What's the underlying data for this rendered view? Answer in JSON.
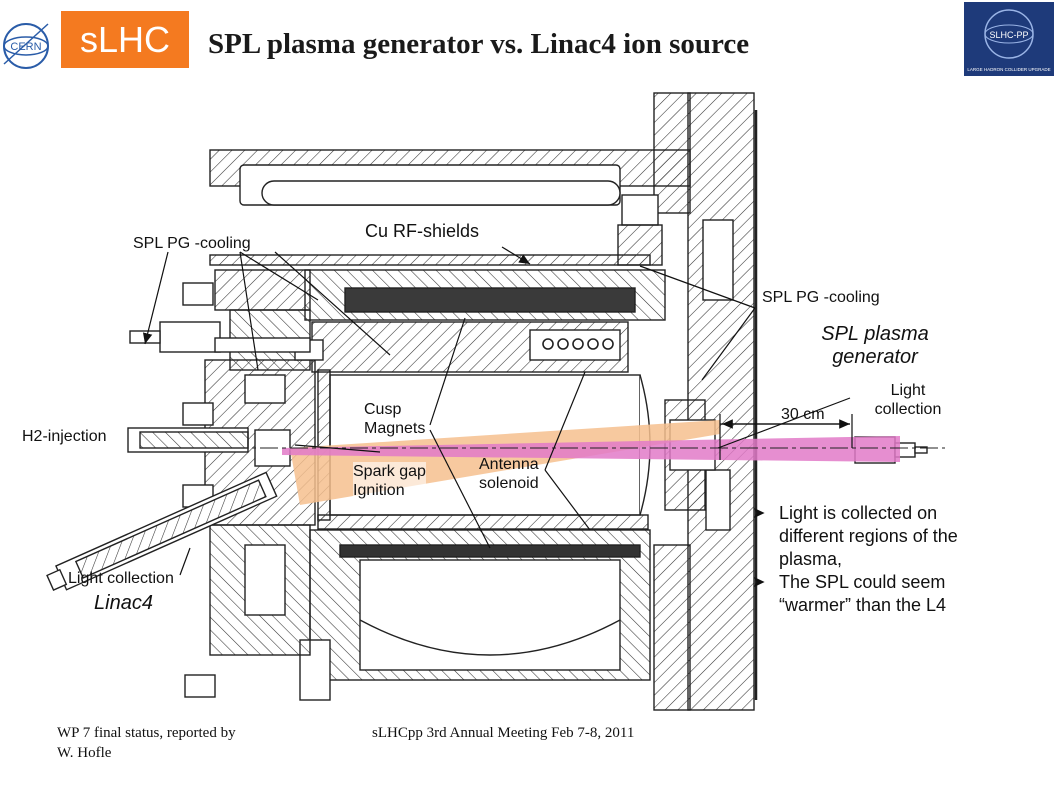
{
  "header": {
    "cern_logo_text": "CERN",
    "badge": "sLHC",
    "title": "SPL plasma generator vs. Linac4 ion source",
    "slhcpp_logo_text": "SLHC-PP",
    "slhcpp_logo_subtext": "LARGE HADRON COLLIDER UPGRADE"
  },
  "diagram": {
    "labels": {
      "cu_rf_shields": "Cu RF-shields",
      "spl_pg_cooling_left": "SPL PG -cooling",
      "spl_pg_cooling_right": "SPL PG -cooling",
      "spl_plasma_line1": "SPL plasma",
      "spl_plasma_line2": "generator",
      "light_collection_right_1": "Light",
      "light_collection_right_2": "collection",
      "distance": "30 cm",
      "h2_injection": "H2-injection",
      "cusp_1": "Cusp",
      "cusp_2": "Magnets",
      "spark_1": "Spark gap",
      "spark_2": "Ignition",
      "antenna_1": "Antenna",
      "antenna_2": "solenoid",
      "light_collection_left": "Light collection",
      "linac4": "Linac4"
    },
    "colors": {
      "pink_beam": "#e27ac8",
      "orange_beam": "#f6c08e",
      "hatch": "#333333"
    }
  },
  "bullets": [
    {
      "line1": "Light is collected on",
      "line2": "different regions of the",
      "line3": "plasma,"
    },
    {
      "line1": "The SPL could seem",
      "line2": "“warmer” than the L4"
    }
  ],
  "footer": {
    "left_line1": "WP 7 final status, reported by",
    "left_line2": "W. Hofle",
    "center": "sLHCpp 3rd Annual Meeting  Feb 7-8, 2011"
  }
}
